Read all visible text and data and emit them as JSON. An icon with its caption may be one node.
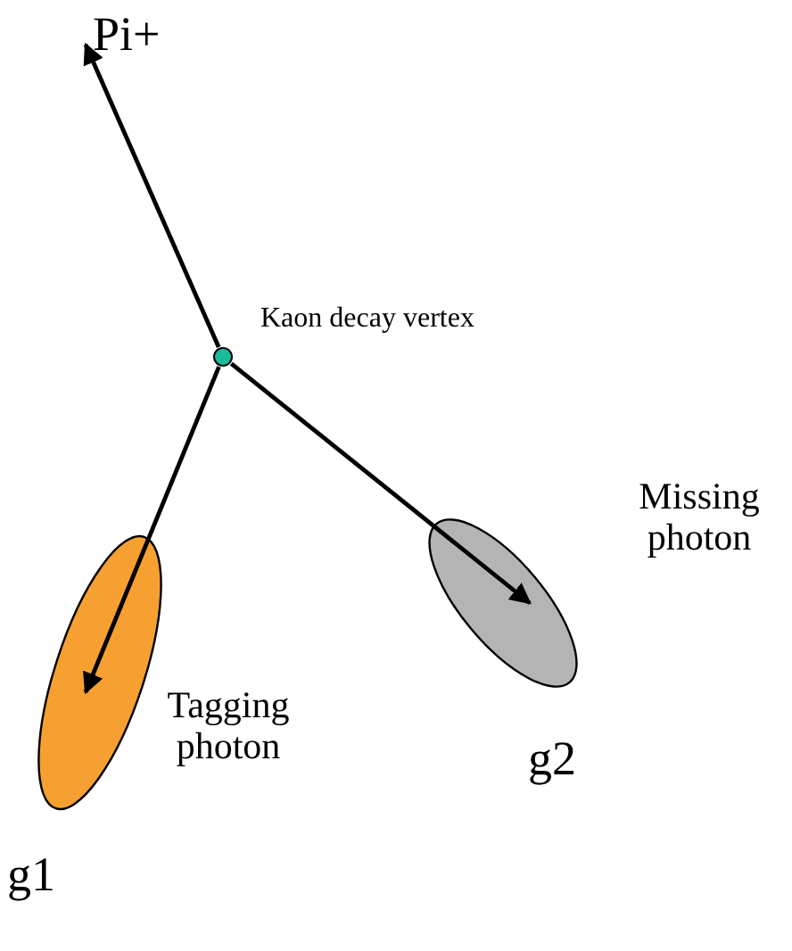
{
  "diagram": {
    "nodes": [
      {
        "text": [],
        "shape": "circle",
        "beside": [
          "Kaon decay vertex"
        ]
      },
      {
        "text": [
          "Pi+"
        ]
      },
      {
        "text": [],
        "shape": "ellipse",
        "beside": [
          "Tagging photon",
          "g1"
        ]
      },
      {
        "text": [],
        "shape": "ellipse",
        "beside": [
          "Missing photon",
          "g2"
        ]
      }
    ],
    "edges": [
      {
        "from": 0,
        "to": 1,
        "arrow": "to"
      },
      {
        "from": 0,
        "to": 2,
        "arrow": "to"
      },
      {
        "from": 0,
        "to": 3,
        "arrow": "to"
      }
    ]
  }
}
